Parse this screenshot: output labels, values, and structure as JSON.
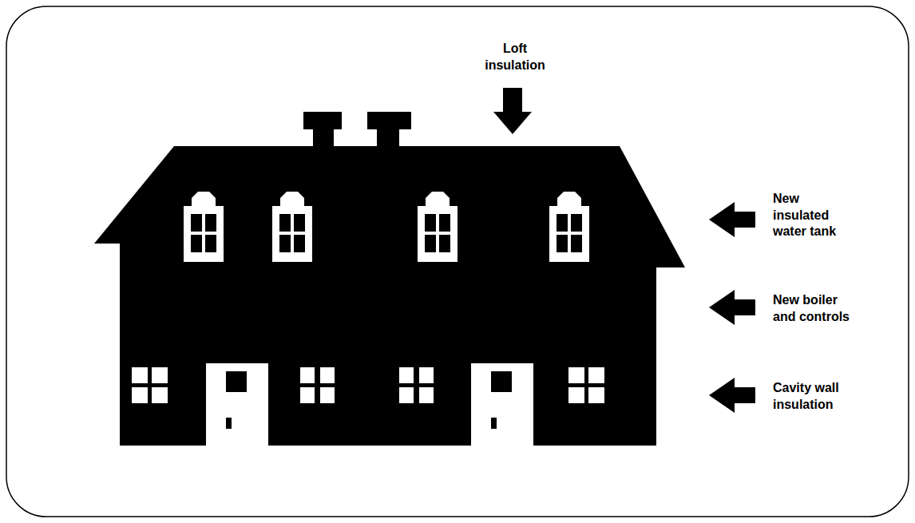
{
  "diagram": {
    "labels": [
      "Loft insulation",
      "New insulated water tank",
      "New boiler and controls",
      "Cavity wall insulation"
    ]
  }
}
